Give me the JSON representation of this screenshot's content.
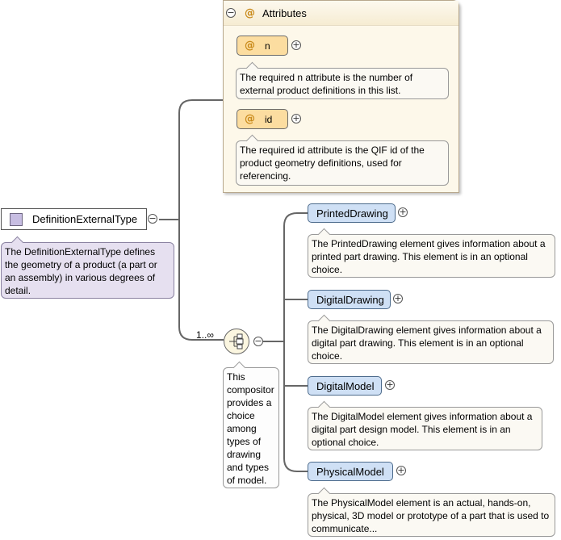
{
  "root": {
    "name": "DefinitionExternalType",
    "doc": "The DefinitionExternalType defines the geometry of a product (a part or an assembly) in various degrees of detail."
  },
  "attributes_group": {
    "title": "Attributes",
    "items": [
      {
        "name": "n",
        "doc": "The required n attribute is the number of external product definitions in this list."
      },
      {
        "name": "id",
        "doc": "The required id attribute is the QIF id of the product geometry definitions, used for referencing."
      }
    ]
  },
  "compositor": {
    "kind": "choice",
    "cardinality": "1..∞",
    "doc": "This compositor provides a choice among types of drawing and types of model."
  },
  "children": [
    {
      "name": "PrintedDrawing",
      "doc": "The PrintedDrawing element gives information about a printed part drawing. This element is in an optional choice."
    },
    {
      "name": "DigitalDrawing",
      "doc": "The DigitalDrawing element gives information about a digital part drawing. This element is in an optional choice."
    },
    {
      "name": "DigitalModel",
      "doc": "The DigitalModel element gives information about a digital part design model. This element is in an optional choice."
    },
    {
      "name": "PhysicalModel",
      "doc": "The PhysicalModel element is an actual, hands-on, physical, 3D model or prototype of a part that is used to communicate..."
    }
  ],
  "symbols": {
    "expand": "+",
    "collapse": "−",
    "attribute_marker": "@"
  }
}
